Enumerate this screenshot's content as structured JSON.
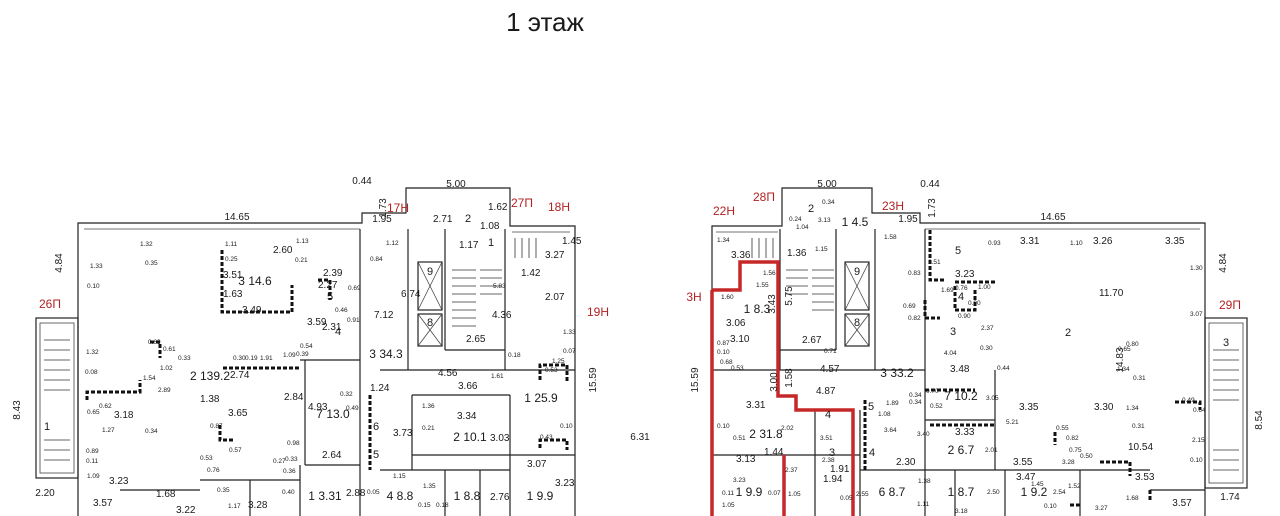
{
  "title": "1 этаж",
  "left_plan": {
    "units": [
      "26П",
      "17Н",
      "27П",
      "18Н",
      "19Н"
    ],
    "outer_dims": [
      "0.44",
      "5.00",
      "1.73",
      "1.95",
      "14.65",
      "4.84",
      "8.43",
      "2.20",
      "15.59",
      "6.31"
    ],
    "room_areas": [
      {
        "no": "3",
        "area": "14.6"
      },
      {
        "no": "2",
        "area": "139.2"
      },
      {
        "no": "7",
        "area": "13.0"
      },
      {
        "no": "3",
        "area": "34.3"
      },
      {
        "no": "2",
        "area": "10.1"
      },
      {
        "no": "1",
        "area": "25.9"
      },
      {
        "no": "4",
        "area": "8.8"
      },
      {
        "no": "1",
        "area": "8.8"
      },
      {
        "no": "1",
        "area": "9.9"
      },
      {
        "no": "1",
        "area": "3.31"
      }
    ],
    "labels": [
      "2.71",
      "1.17",
      "1.08",
      "1.62",
      "1.45",
      "3.27",
      "2.07",
      "1.42",
      "2.60",
      "3.51",
      "1.63",
      "3.49",
      "2.39",
      "2.27",
      "3.59",
      "2.31",
      "7.12",
      "6.74",
      "2.65",
      "4.36",
      "3.18",
      "2.74",
      "3.65",
      "2.84",
      "4.93",
      "2.64",
      "1.38",
      "1.24",
      "3.73",
      "4.56",
      "3.66",
      "3.34",
      "3.03",
      "3.07",
      "3.23",
      "2.76",
      "2.88",
      "3.22",
      "3.28",
      "3.57",
      "1.68",
      "3.23"
    ],
    "small_labels": [
      "1.32",
      "0.35",
      "1.11",
      "0.25",
      "1.13",
      "0.21",
      "1.33",
      "0.10",
      "1.12",
      "0.84",
      "0.69",
      "0.46",
      "0.91",
      "0.54",
      "1.32",
      "0.08",
      "0.69",
      "0.61",
      "1.02",
      "0.33",
      "1.54",
      "2.89",
      "0.30",
      "0.19",
      "1.91",
      "1.09",
      "0.39",
      "0.32",
      "0.49",
      "0.65",
      "0.62",
      "0.89",
      "0.11",
      "1.27",
      "0.34",
      "0.87",
      "0.57",
      "0.53",
      "0.76",
      "0.27",
      "0.98",
      "0.36",
      "0.33",
      "1.36",
      "0.21",
      "1.61",
      "0.18",
      "0.53",
      "0.07",
      "1.25",
      "0.43",
      "0.10",
      "1.15",
      "1.09",
      "0.05",
      "0.40",
      "0.35",
      "1.17",
      "1.35",
      "0.15",
      "0.18",
      "5.83",
      "1.33"
    ],
    "room_numbers": [
      "2",
      "1",
      "9",
      "8",
      "4",
      "5",
      "6",
      "5",
      "1"
    ]
  },
  "right_plan": {
    "units": [
      "28П",
      "22Н",
      "23Н",
      "3Н",
      "29П"
    ],
    "outer_dims": [
      "5.00",
      "0.44",
      "1.73",
      "1.95",
      "14.65",
      "4.84",
      "8.54",
      "1.74",
      "15.59",
      "3.57"
    ],
    "room_areas": [
      {
        "no": "1",
        "area": "8.3"
      },
      {
        "no": "2",
        "area": "31.8"
      },
      {
        "no": "3",
        "area": "33.2"
      },
      {
        "no": "1",
        "area": "4.5"
      },
      {
        "no": "7",
        "area": "10.2"
      },
      {
        "no": "2",
        "area": "6.7"
      },
      {
        "no": "1",
        "area": "9.9"
      },
      {
        "no": "6",
        "area": "8.7"
      },
      {
        "no": "1",
        "area": "8.7"
      },
      {
        "no": "1",
        "area": "9.2"
      }
    ],
    "labels": [
      "3.36",
      "1.36",
      "3.06",
      "3.10",
      "2.67",
      "3.31",
      "4.87",
      "3.13",
      "3.35",
      "3.30",
      "11.70",
      "3.31",
      "3.26",
      "3.35",
      "3.23",
      "3.48",
      "3.33",
      "3.55",
      "3.47",
      "3.53",
      "10.54",
      "14.83",
      "5.75",
      "3.43",
      "1.58",
      "3.00",
      "1.94",
      "4.57",
      "1.91",
      "2.30",
      "1.44"
    ],
    "small_labels": [
      "0.24",
      "1.04",
      "3.13",
      "0.34",
      "1.34",
      "1.60",
      "1.55",
      "1.56",
      "0.10",
      "0.68",
      "0.53",
      "0.87",
      "0.51",
      "0.10",
      "1.15",
      "1.58",
      "0.83",
      "2.51",
      "0.93",
      "0.76",
      "0.90",
      "0.90",
      "0.82",
      "0.69",
      "2.37",
      "1.00",
      "1.69",
      "0.30",
      "0.70",
      "0.52",
      "0.34",
      "0.44",
      "0.65",
      "0.80",
      "1.34",
      "0.31",
      "1.34",
      "0.31",
      "0.55",
      "0.82",
      "0.75",
      "0.50",
      "0.49",
      "0.64",
      "2.15",
      "0.10",
      "0.11",
      "1.05",
      "0.07",
      "1.05",
      "3.23",
      "2.37",
      "2.02",
      "0.05",
      "2.55",
      "1.38",
      "0.34",
      "1.11",
      "2.50",
      "2.54",
      "1.52",
      "0.10",
      "1.45",
      "1.68",
      "3.27",
      "1.10",
      "3.07",
      "1.30",
      "5.21",
      "2.01",
      "3.05",
      "4.04",
      "3.40",
      "3.28",
      "3.18",
      "1.08",
      "3.64",
      "1.89",
      "0.71",
      "3.51",
      "2.38"
    ],
    "room_numbers": [
      "2",
      "9",
      "8",
      "3",
      "4",
      "4",
      "5",
      "3",
      "4",
      "5",
      "2",
      "3"
    ]
  }
}
